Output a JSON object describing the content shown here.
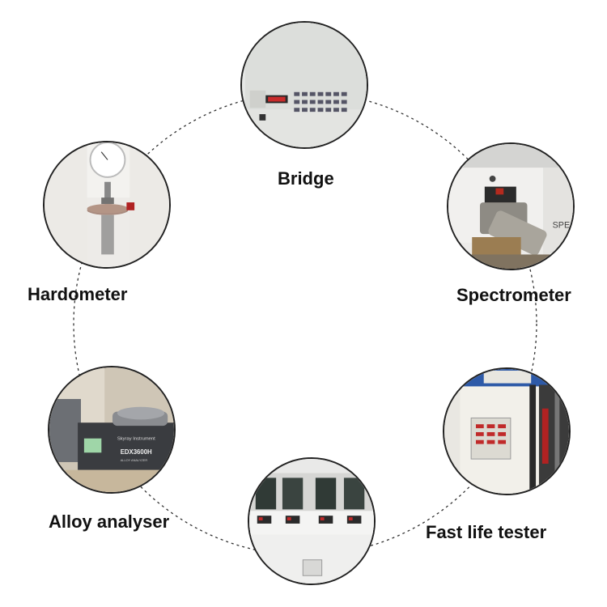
{
  "nodes": [
    {
      "id": "bridge",
      "label": "Bridge",
      "icon": "bridge-instrument-photo"
    },
    {
      "id": "spectrometer",
      "label": "Spectrometer",
      "icon": "spectrometer-photo"
    },
    {
      "id": "fast-life-tester",
      "label": "Fast life tester",
      "icon": "fast-life-tester-photo"
    },
    {
      "id": "bottom-cabinet",
      "label": "",
      "icon": "test-cabinet-photo"
    },
    {
      "id": "alloy-analyser",
      "label": "Alloy analyser",
      "icon": "alloy-analyser-photo"
    },
    {
      "id": "hardometer",
      "label": "Hardometer",
      "icon": "hardometer-photo"
    }
  ],
  "photo_text": {
    "spectrometer_brand": "SPE",
    "analyser_brand": "Skyray Instrument",
    "analyser_model": "EDX3600H",
    "analyser_sub": "ALLOY ANALYZER"
  },
  "colors": {
    "ring": "#333333",
    "border": "#222222",
    "label": "#111111"
  }
}
